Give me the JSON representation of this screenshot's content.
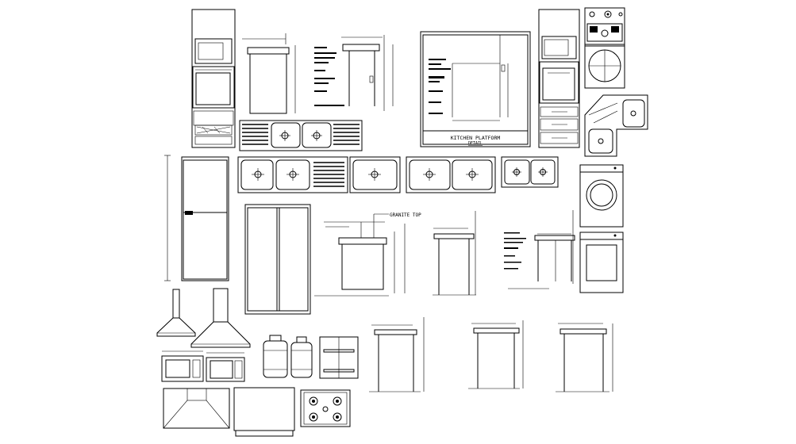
{
  "drawing": {
    "background": "#ffffff",
    "line_color": "#000000",
    "labels": {
      "granite_top": "GRANITE TOP",
      "platform_title": "KITCHEN PLATFORM",
      "platform_subtitle": "DETAIL"
    }
  }
}
